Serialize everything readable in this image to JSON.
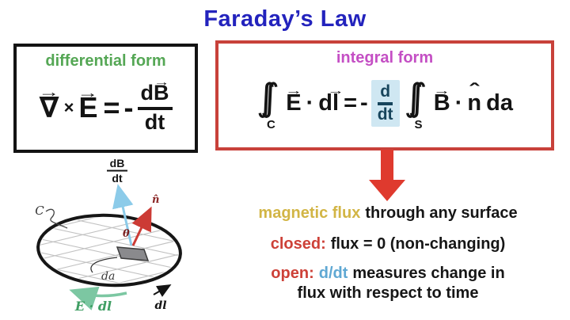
{
  "title": {
    "text": "Faraday’s Law"
  },
  "colors": {
    "title_blue": "#2323bd",
    "differential_green": "#55a755",
    "integral_magenta": "#c44fc4",
    "box_border_black": "#131313",
    "box_border_red": "#c8413a",
    "callout_arrow_red": "#df3a2e",
    "flux_gold": "#d2b545",
    "keyword_red": "#cd4138",
    "ddt_blue": "#5fa8d3",
    "highlight_bg": "#cfe7f2",
    "highlight_text": "#17455c",
    "diagram_arrow_blue": "#8ccbe9",
    "diagram_arrow_red": "#cc3b35",
    "diagram_arrow_green": "#7cc7a2"
  },
  "symbols": {
    "vector_arrow": "→",
    "hat": "ˆ",
    "integral": "∫",
    "dot": "·"
  },
  "differential": {
    "label": "differential form",
    "eq": {
      "nabla": "∇",
      "cross": "×",
      "field_E": "E",
      "equals": "=",
      "minus": "-",
      "num_d": "d",
      "num_B": "B",
      "den": "dt"
    }
  },
  "integral": {
    "label": "integral form",
    "eq": {
      "contour_sub": "C",
      "field_E": "E",
      "d": "d",
      "l": "l",
      "equals": "=",
      "minus": "-",
      "frac_num": "d",
      "frac_den": "dt",
      "surface_sub": "S",
      "field_B": "B",
      "normal_n": "n",
      "area": "da"
    }
  },
  "flux": {
    "highlight": "magnetic flux",
    "line1_rest": "through any surface",
    "closed_label": "closed:",
    "closed_text": "flux = 0 (non-changing)",
    "open_label": "open:",
    "open_ddt": "d/dt",
    "open_text1": "measures change in",
    "open_text2": "flux with respect to time"
  },
  "diagram": {
    "curve_label": "C",
    "dbdt_num": "dB",
    "dbdt_den": "dt",
    "normal_label": "n̂",
    "theta_label": "θ",
    "area_label": "da",
    "emf_label": "E · dl",
    "dl_label": "dl"
  }
}
